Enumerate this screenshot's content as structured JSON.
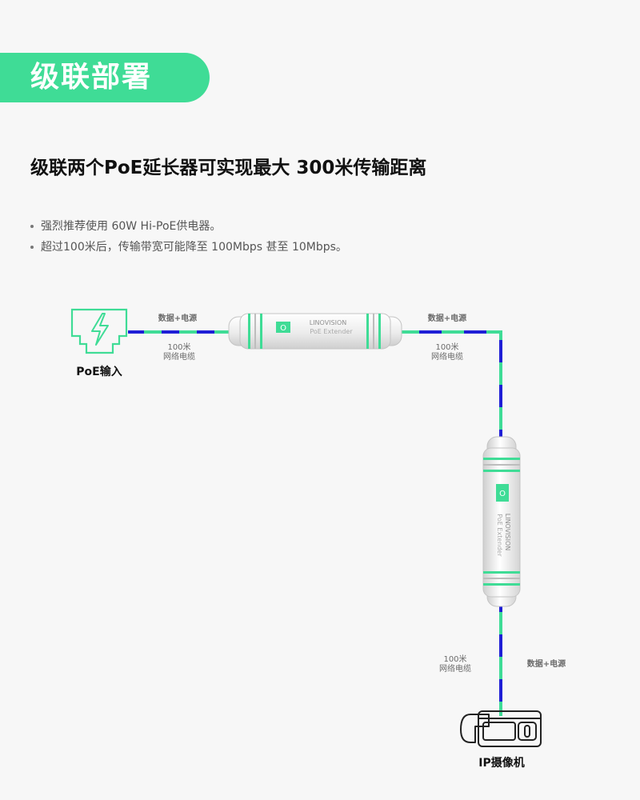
{
  "header": {
    "title": "级联部署"
  },
  "subtitle": "级联两个PoE延长器可实现最大 300米传输距离",
  "bullets": [
    "强烈推荐使用 60W Hi-PoE供电器。",
    "超过100米后，传输带宽可能降至 100Mbps 甚至 10Mbps。"
  ],
  "diagram": {
    "source_label": "PoE输入",
    "camera_label": "IP摄像机",
    "segment_1": {
      "signal": "数据+电源",
      "length": "100米",
      "cable": "网络电缆"
    },
    "segment_2": {
      "signal": "数据+电源",
      "length": "100米",
      "cable": "网络电缆"
    },
    "segment_3": {
      "signal": "数据+电源",
      "length": "100米",
      "cable": "网络电缆"
    },
    "extender_1": {
      "brand": "LINOVISION",
      "model": "PoE Extender"
    },
    "extender_2": {
      "brand": "LINOVISION",
      "model": "PoE Extender"
    },
    "colors": {
      "accent": "#3fdc96",
      "cable_blue": "#1f1fd6",
      "cable_green": "#3fdc96"
    },
    "icons": {
      "source": "poe-port-lightning-icon",
      "camera": "bullet-camera-icon"
    }
  }
}
